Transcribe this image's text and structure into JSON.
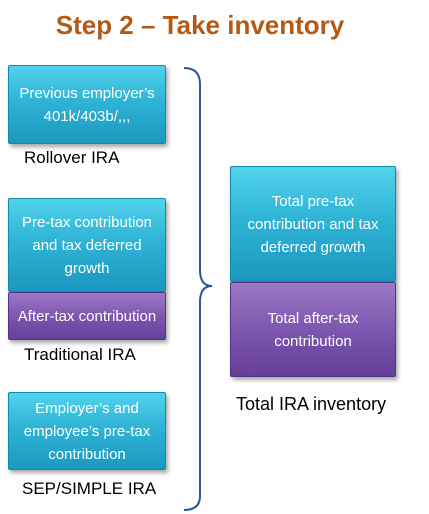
{
  "title": "Step 2 – Take inventory",
  "left_groups": [
    {
      "caption": "Rollover IRA",
      "boxes": [
        {
          "text": "Previous employer’s 401k/403b/,,,",
          "color": "teal"
        }
      ]
    },
    {
      "caption": "Traditional IRA",
      "boxes": [
        {
          "text": "Pre-tax contribution and tax deferred growth",
          "color": "teal"
        },
        {
          "text": "After-tax contribution",
          "color": "purple"
        }
      ]
    },
    {
      "caption": "SEP/SIMPLE IRA",
      "boxes": [
        {
          "text": "Employer’s and employee’s pre-tax contribution",
          "color": "teal"
        }
      ]
    }
  ],
  "right_group": {
    "caption": "Total IRA inventory",
    "boxes": [
      {
        "text": "Total pre-tax contribution and tax deferred growth",
        "color": "teal"
      },
      {
        "text": "Total after-tax contribution",
        "color": "purple"
      }
    ]
  },
  "colors": {
    "title": "#b45a17",
    "teal": "#2fb4d6",
    "purple": "#7a55ad",
    "brace": "#2b5797"
  }
}
